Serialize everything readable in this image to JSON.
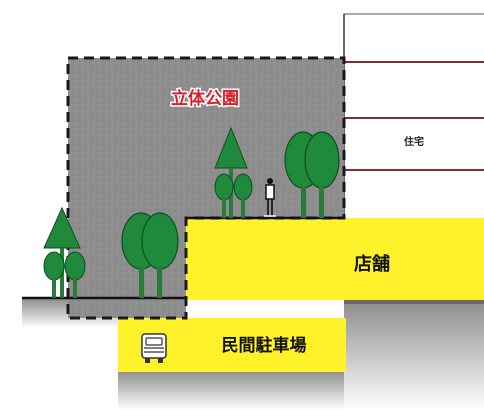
{
  "labels": {
    "park": "立体公園",
    "housing": "住宅",
    "shops": "店舗",
    "parking": "民間駐車場"
  },
  "icons": {
    "car": "car-icon",
    "person": "person-icon",
    "tree": "tree-icon"
  },
  "colors": {
    "park_fill": "#8e8e8e",
    "park_label": "#d4202a",
    "building_yellow": "#fff22a",
    "housing_lines": "#8a2a2a",
    "tree_green": "#1f8a3c",
    "tree_trunk": "#2a7a3a",
    "ground": "#9a9a9a"
  }
}
